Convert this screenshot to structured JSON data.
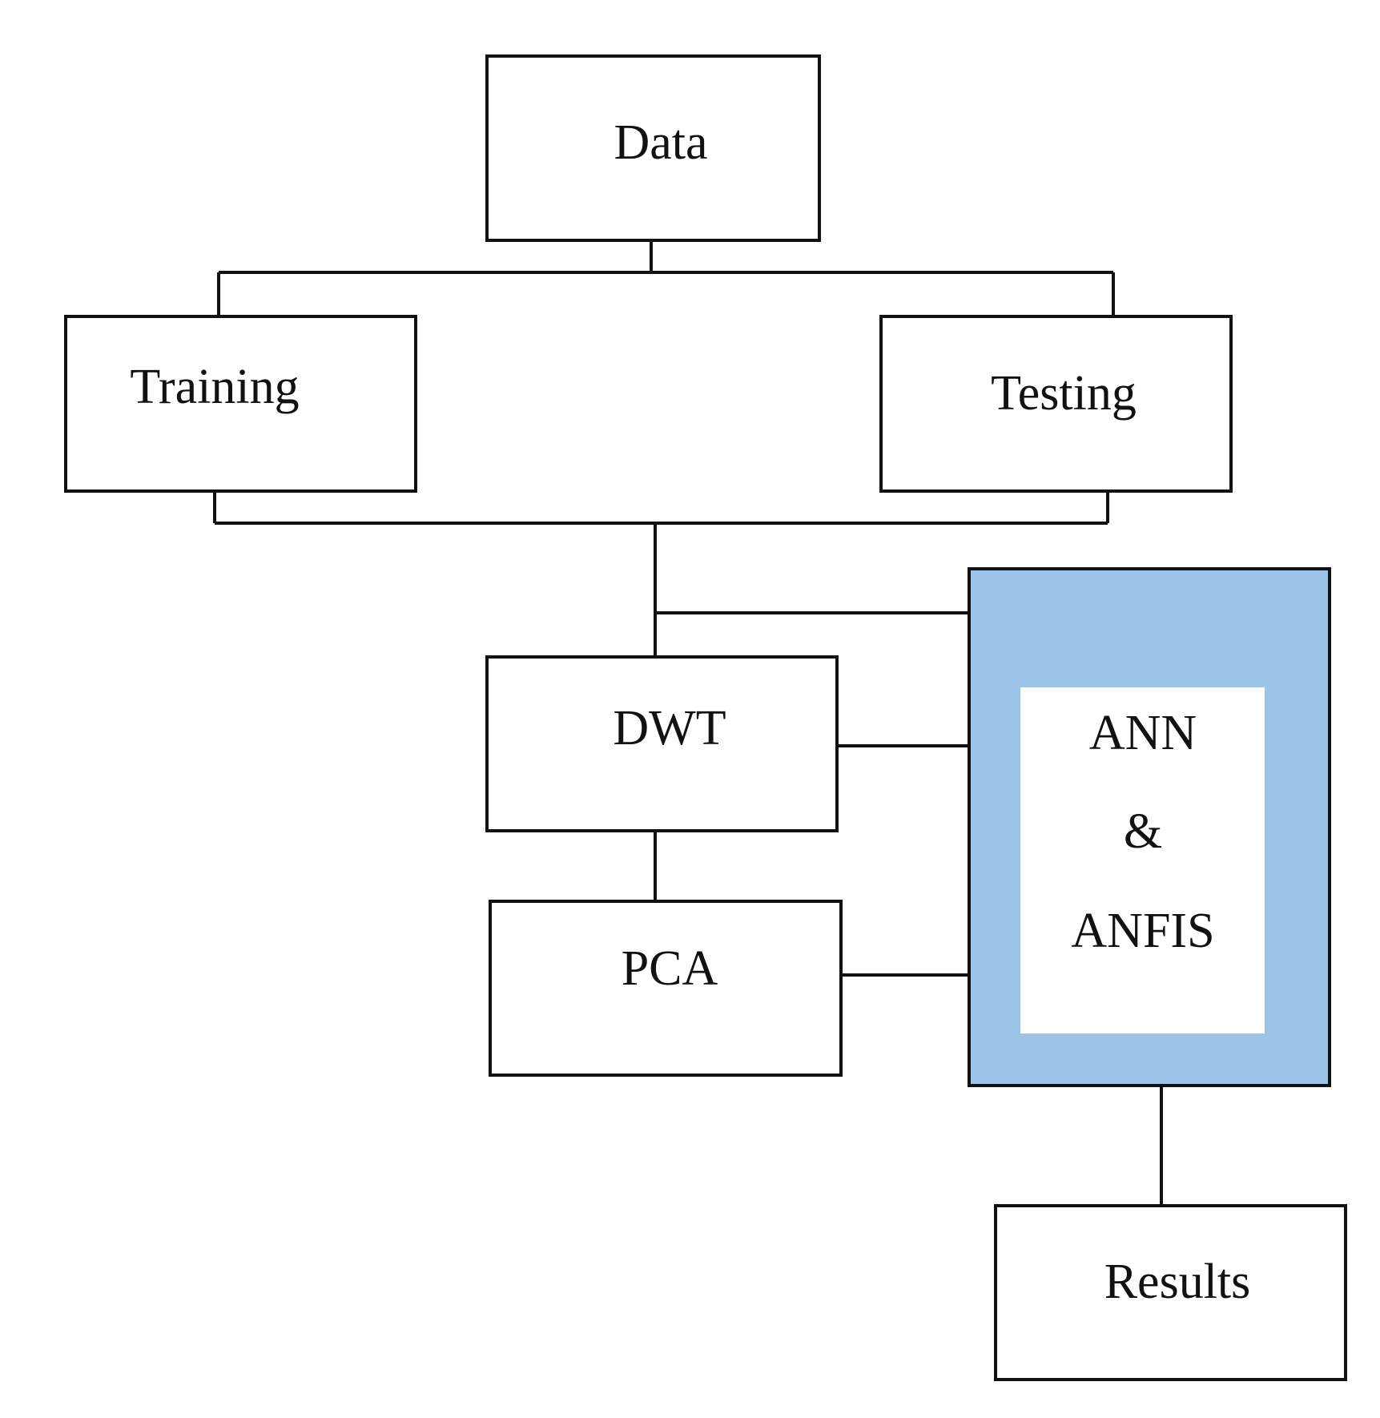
{
  "nodes": {
    "data": {
      "label": "Data"
    },
    "training": {
      "label": "Training"
    },
    "testing": {
      "label": "Testing"
    },
    "dwt": {
      "label": "DWT"
    },
    "pca": {
      "label": "PCA"
    },
    "model": {
      "lines": [
        "ANN",
        "&",
        "ANFIS"
      ]
    },
    "results": {
      "label": "Results"
    }
  },
  "colors": {
    "model_frame": "#9DC3E6",
    "box_border": "#111111",
    "background": "#FFFFFF"
  }
}
